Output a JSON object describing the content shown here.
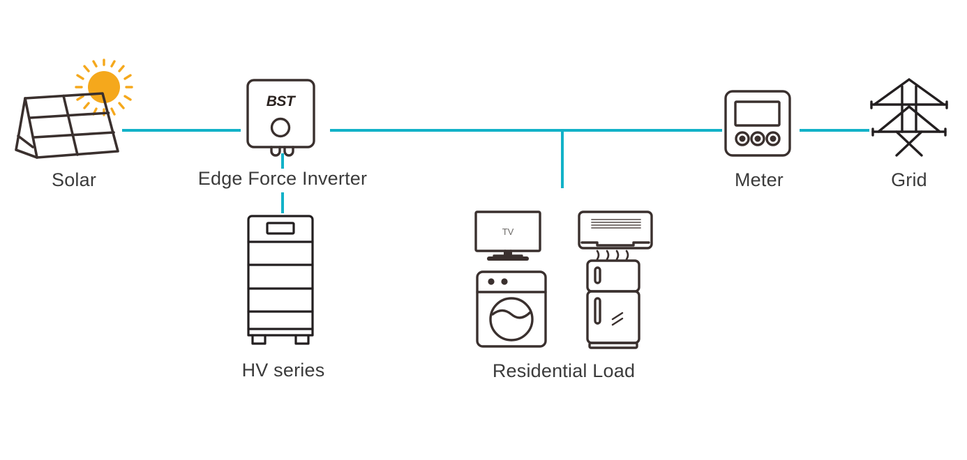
{
  "diagram": {
    "title": "Residential Energy Storage System Diagram",
    "type": "single-line-diagram",
    "background_color": "#ffffff",
    "wire_color": "#12b2c8",
    "stroke_color": "#3a302e",
    "label_color": "#3b3b3b",
    "accent_color": "#f5a81c"
  },
  "nodes": {
    "solar": {
      "label": "Solar",
      "icon": "solar-panel-icon",
      "sub_icon": "sun-icon",
      "sun_color": "#f5a81c",
      "panel_cells": 6
    },
    "inverter": {
      "label": "Edge Force Inverter",
      "icon": "inverter-icon",
      "brand": "BST"
    },
    "battery": {
      "label": "HV series",
      "icon": "battery-stack-icon",
      "modules": 5
    },
    "load": {
      "label": "Residential Load",
      "appliances": [
        {
          "name": "tv-icon",
          "screen_text": "TV"
        },
        {
          "name": "air-conditioner-icon",
          "screen_text": ""
        },
        {
          "name": "washing-machine-icon",
          "screen_text": ""
        },
        {
          "name": "refrigerator-icon",
          "screen_text": ""
        }
      ]
    },
    "meter": {
      "label": "Meter",
      "icon": "meter-icon",
      "buttons": 3
    },
    "grid": {
      "label": "Grid",
      "icon": "power-pylon-icon"
    }
  },
  "connections": [
    {
      "name": "solar-to-inverter",
      "from": "solar",
      "to": "inverter",
      "orientation": "horizontal"
    },
    {
      "name": "inverter-to-bus",
      "from": "inverter",
      "to": "meter",
      "orientation": "horizontal"
    },
    {
      "name": "inverter-to-battery",
      "from": "inverter",
      "to": "battery",
      "orientation": "vertical"
    },
    {
      "name": "bus-to-load",
      "from": "bus",
      "to": "load",
      "orientation": "vertical"
    },
    {
      "name": "meter-to-grid",
      "from": "meter",
      "to": "grid",
      "orientation": "horizontal"
    }
  ]
}
